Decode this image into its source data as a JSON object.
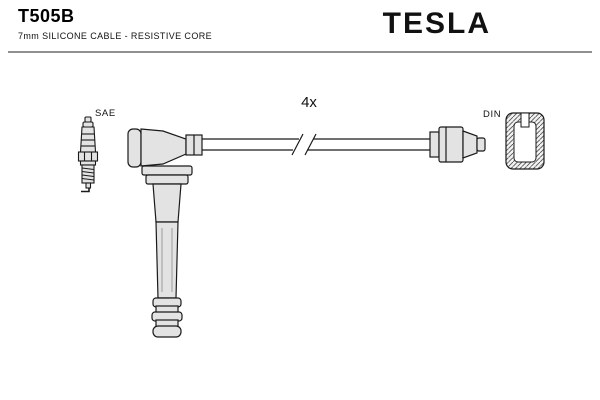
{
  "header": {
    "part_number": "T505B",
    "subtitle": "7mm SILICONE CABLE - RESISTIVE CORE",
    "brand": "TESLA"
  },
  "diagram": {
    "labels": {
      "sae": "SAE",
      "quantity": "4x",
      "din": "DIN"
    }
  },
  "colors": {
    "line": "#1a1a1a",
    "part_fill": "#e3e3e3",
    "background": "#ffffff"
  }
}
